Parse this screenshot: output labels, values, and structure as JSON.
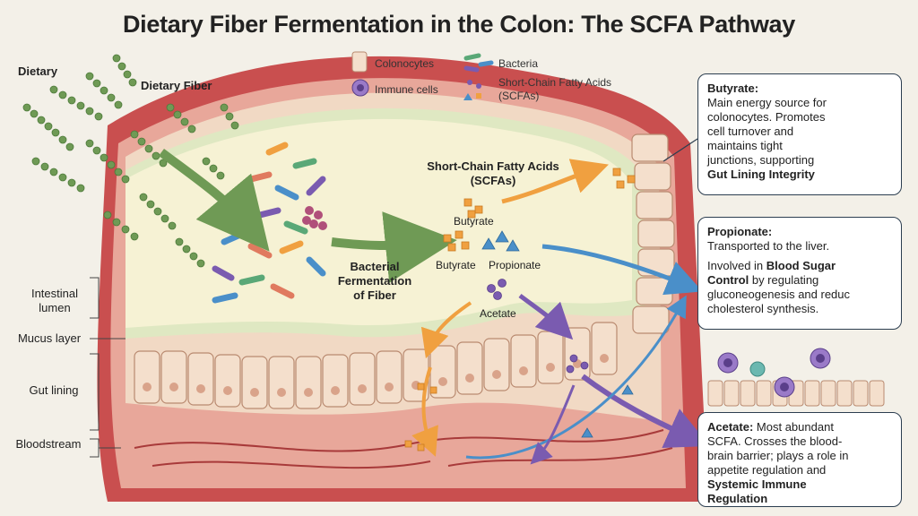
{
  "title": "Dietary Fiber Fermentation in the Colon: The SCFA Pathway",
  "labels": {
    "dietary": "Dietary",
    "dietary_fiber": "Dietary Fiber",
    "scfa_line1": "Short-Chain Fatty Acids",
    "scfa_line2": "(SCFAs)",
    "butyrate_top": "Butyrate",
    "butyrate_mid": "Butyrate",
    "propionate_mid": "Propionate",
    "acetate": "Acetate",
    "fermentation_line1": "Bacterial",
    "fermentation_line2": "Fermentation",
    "fermentation_line3": "of Fiber"
  },
  "legend": {
    "colonocytes": "Colonocytes",
    "bacteria": "Bacteria",
    "immune_cells": "Immune cells",
    "scfa_line1": "Short-Chain Fatty Acids",
    "scfa_line2": "(SCFAs)"
  },
  "side_labels": {
    "lumen_line1": "Intestinal",
    "lumen_line2": "lumen",
    "mucus": "Mucus layer",
    "gut_lining": "Gut lining",
    "bloodstream": "Bloodstream"
  },
  "butyrate_box": {
    "title": "Butyrate:",
    "body": "Main energy source for colonocytes. Promotes cell turnover and maintains tight junctions, supporting",
    "emphasis": "Gut Lining Integrity"
  },
  "propionate_box": {
    "title": "Propionate:",
    "line1": "Transported to the liver.",
    "pre": "Involved in",
    "emphasis": "Blood Sugar Control",
    "post": "by regulating gluconeogenesis and reduc cholesterol synthesis."
  },
  "acetate_box": {
    "title": "Acetate:",
    "body": "Most abundant SCFA. Crosses the blood-brain barrier; plays a role in appetite regulation and",
    "emphasis": "Systemic Immune Regulation"
  },
  "colors": {
    "fiber": "#5f8f4a",
    "tissue": "#c94f4f",
    "lumen": "#f6f2d4",
    "cell": "#f1d9c4",
    "scfa_orange": "#f0a040",
    "scfa_blue": "#4a8fc9",
    "scfa_purple": "#7a5bb0",
    "box_border": "#2c3e50"
  }
}
